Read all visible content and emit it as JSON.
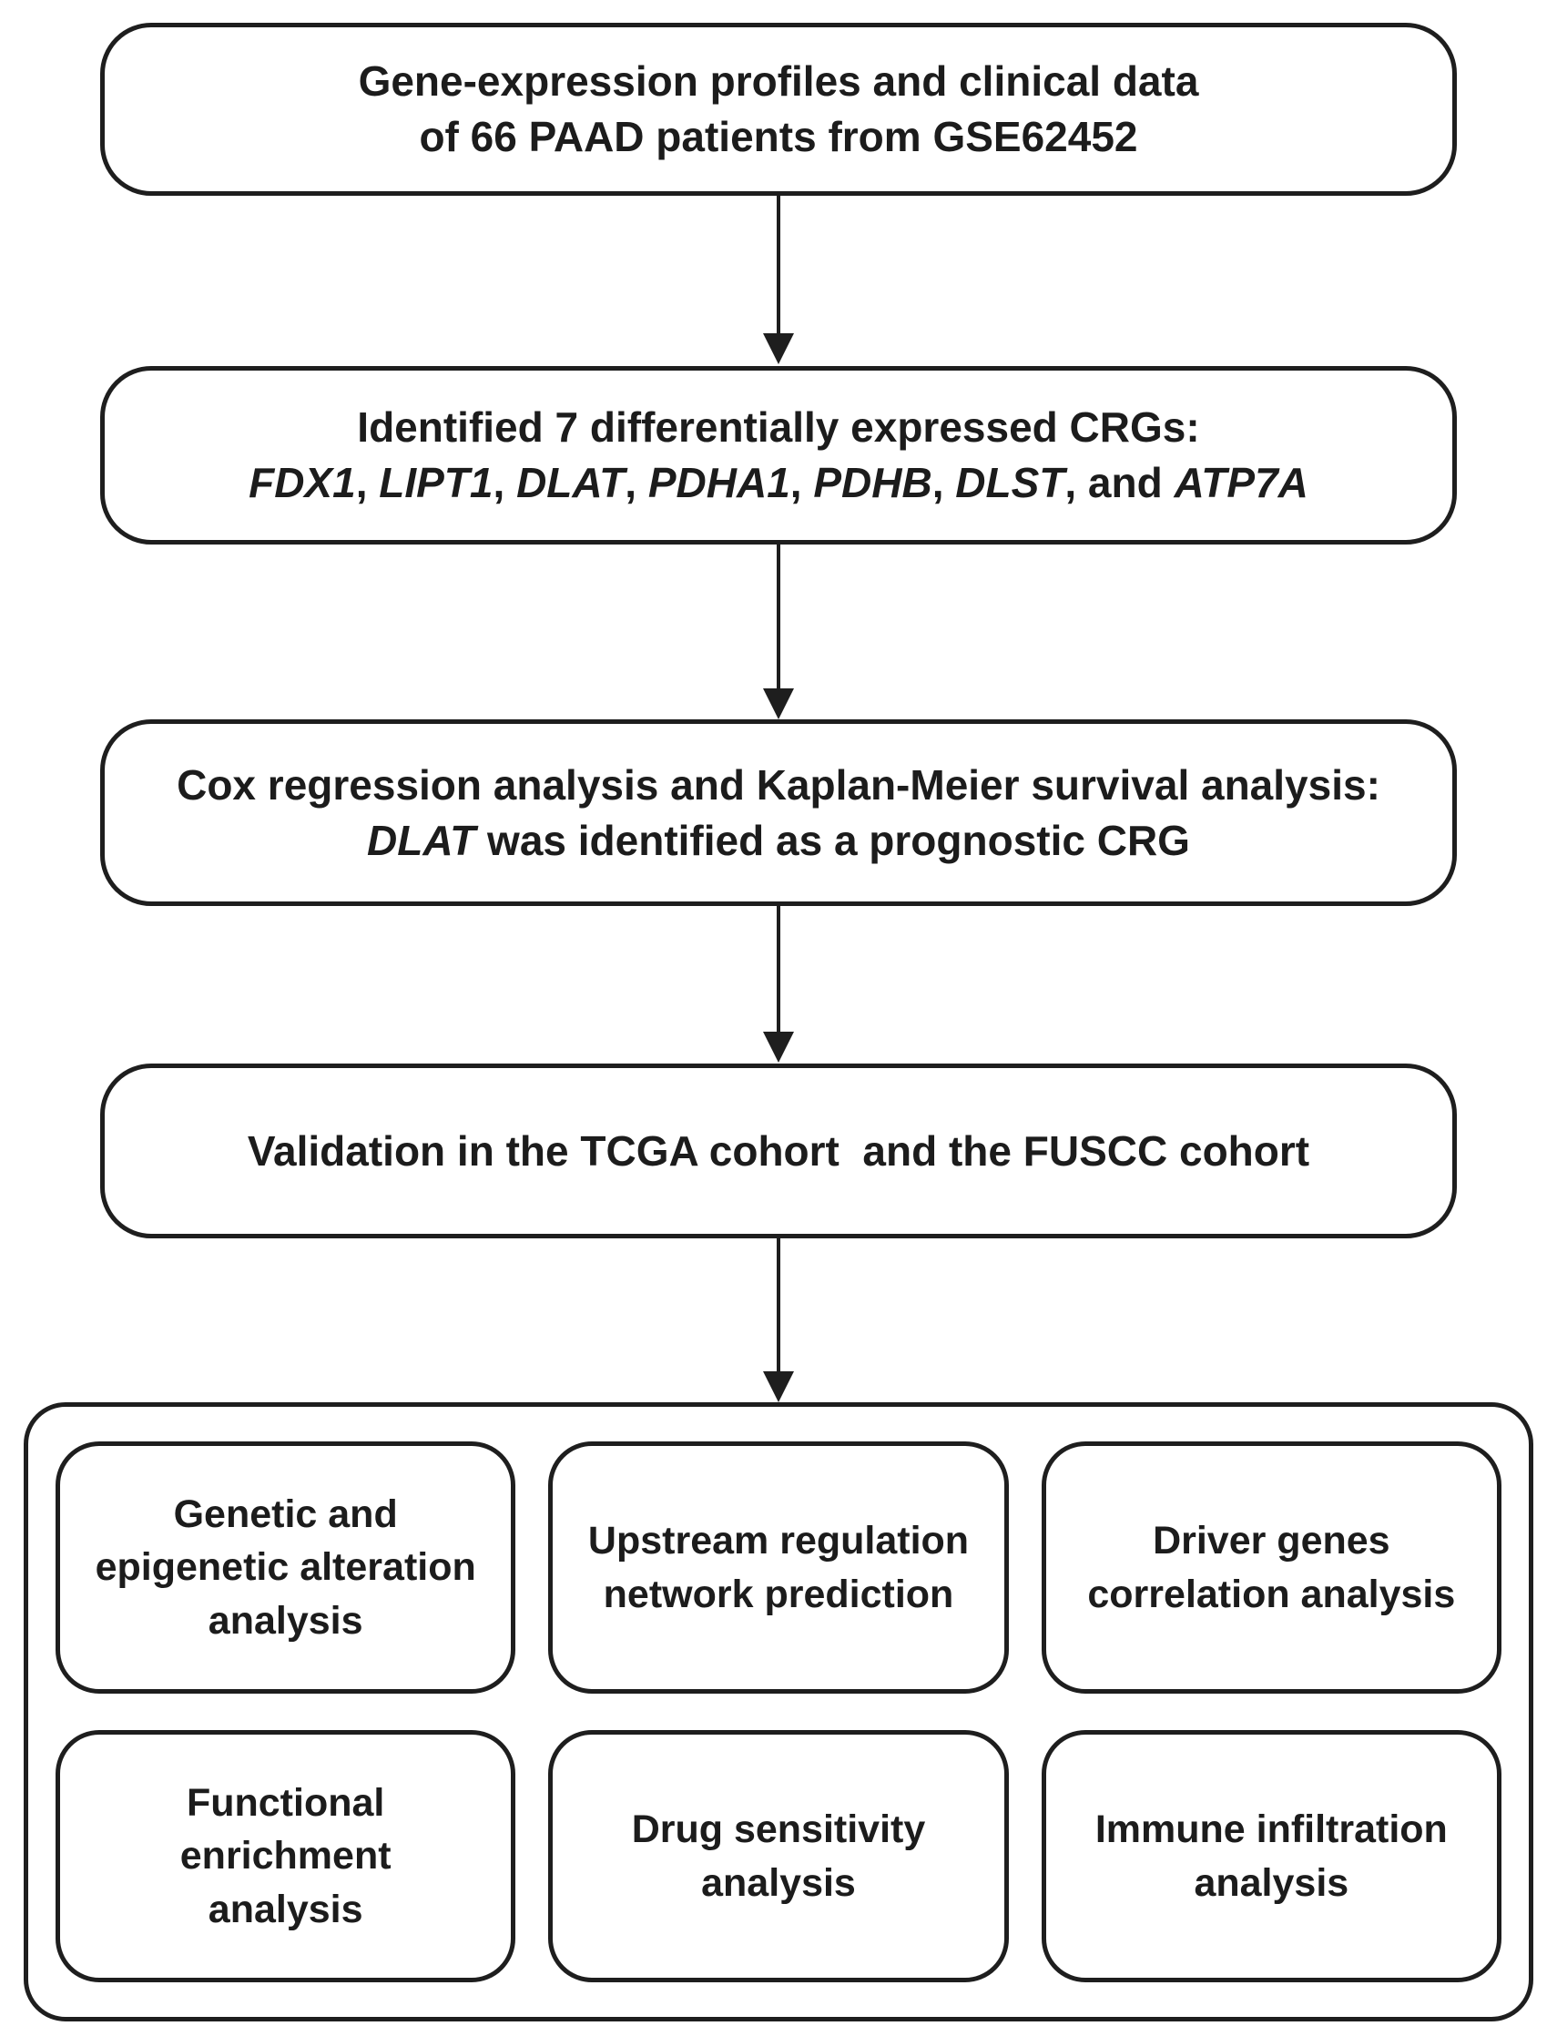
{
  "figure": {
    "background_color": "#ffffff",
    "line_color": "#1e1e1e",
    "text_color": "#1c1c1c",
    "flow_boxes": [
      {
        "name": "gene-expression-source",
        "lines": [
          [
            {
              "t": "Gene-expression profiles and clinical data"
            }
          ],
          [
            {
              "t": "of 66 PAAD patients from GSE62452"
            }
          ]
        ]
      },
      {
        "name": "identified-crgs",
        "lines": [
          [
            {
              "t": "Identified 7 differentially expressed CRGs:"
            }
          ],
          [
            {
              "t": "FDX1",
              "i": true
            },
            {
              "t": ", "
            },
            {
              "t": "LIPT1",
              "i": true
            },
            {
              "t": ", "
            },
            {
              "t": "DLAT",
              "i": true
            },
            {
              "t": ", "
            },
            {
              "t": "PDHA1",
              "i": true
            },
            {
              "t": ", "
            },
            {
              "t": "PDHB",
              "i": true
            },
            {
              "t": ", "
            },
            {
              "t": "DLST",
              "i": true
            },
            {
              "t": ", and "
            },
            {
              "t": "ATP7A",
              "i": true
            }
          ]
        ]
      },
      {
        "name": "cox-km-analysis",
        "lines": [
          [
            {
              "t": "Cox regression analysis and Kaplan-Meier survival analysis:"
            }
          ],
          [
            {
              "t": "DLAT",
              "i": true
            },
            {
              "t": " was identified as a prognostic CRG"
            }
          ]
        ]
      },
      {
        "name": "validation-cohorts",
        "lines": [
          [
            {
              "t": "Validation in the TCGA cohort  and the FUSCC cohort"
            }
          ]
        ]
      }
    ],
    "analysis_panel": {
      "cells": [
        {
          "name": "genetic-epigenetic-alteration-analysis",
          "lines": [
            [
              {
                "t": "Genetic and"
              }
            ],
            [
              {
                "t": "epigenetic alteration"
              }
            ],
            [
              {
                "t": "analysis"
              }
            ]
          ]
        },
        {
          "name": "upstream-regulation-network-prediction",
          "lines": [
            [
              {
                "t": "Upstream regulation"
              }
            ],
            [
              {
                "t": "network prediction"
              }
            ]
          ]
        },
        {
          "name": "driver-genes-correlation-analysis",
          "lines": [
            [
              {
                "t": "Driver genes"
              }
            ],
            [
              {
                "t": "correlation analysis"
              }
            ]
          ]
        },
        {
          "name": "functional-enrichment-analysis",
          "lines": [
            [
              {
                "t": "Functional"
              }
            ],
            [
              {
                "t": "enrichment"
              }
            ],
            [
              {
                "t": "analysis"
              }
            ]
          ]
        },
        {
          "name": "drug-sensitivity-analysis",
          "lines": [
            [
              {
                "t": "Drug sensitivity"
              }
            ],
            [
              {
                "t": "analysis"
              }
            ]
          ]
        },
        {
          "name": "immune-infiltration-analysis",
          "lines": [
            [
              {
                "t": "Immune infiltration"
              }
            ],
            [
              {
                "t": "analysis"
              }
            ]
          ]
        }
      ]
    }
  }
}
